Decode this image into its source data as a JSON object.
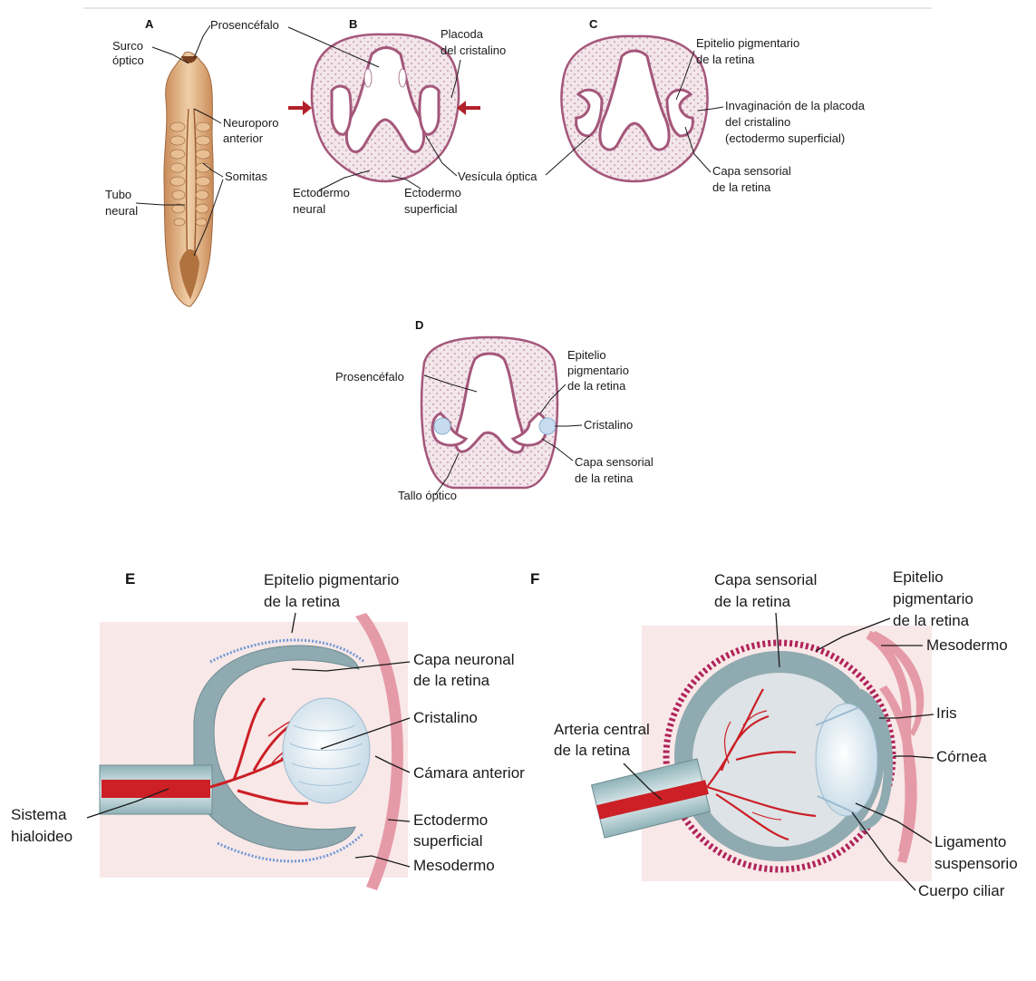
{
  "panels": {
    "a": "A",
    "b": "B",
    "c": "C",
    "d": "D",
    "e": "E",
    "f": "F"
  },
  "labels": {
    "a_surco_1": "Surco",
    "a_surco_2": "óptico",
    "a_prosencefalo": "Prosencéfalo",
    "a_neuroporo_1": "Neuroporo",
    "a_neuroporo_2": "anterior",
    "a_somitas": "Somitas",
    "a_tubo_1": "Tubo",
    "a_tubo_2": "neural",
    "b_placoda_1": "Placoda",
    "b_placoda_2": "del cristalino",
    "b_vesicula": "Vesícula óptica",
    "b_ectoneural_1": "Ectodermo",
    "b_ectoneural_2": "neural",
    "b_ectosup_1": "Ectodermo",
    "b_ectosup_2": "superficial",
    "c_epitelio_1": "Epitelio pigmentario",
    "c_epitelio_2": "de la retina",
    "c_invag_1": "Invaginación de la placoda",
    "c_invag_2": "del cristalino",
    "c_invag_3": "(ectodermo superficial)",
    "c_capa_1": "Capa sensorial",
    "c_capa_2": "de la retina",
    "d_prosencefalo": "Prosencéfalo",
    "d_epitelio_1": "Epitelio",
    "d_epitelio_2": "pigmentario",
    "d_epitelio_3": "de la retina",
    "d_cristalino": "Cristalino",
    "d_capa_1": "Capa sensorial",
    "d_capa_2": "de la retina",
    "d_tallo": "Tallo óptico",
    "e_epitelio_1": "Epitelio pigmentario",
    "e_epitelio_2": "de la retina",
    "e_capa_1": "Capa neuronal",
    "e_capa_2": "de la retina",
    "e_cristalino": "Cristalino",
    "e_camara": "Cámara anterior",
    "e_sistema_1": "Sistema",
    "e_sistema_2": "hialoideo",
    "e_ecto_1": "Ectodermo",
    "e_ecto_2": "superficial",
    "e_mesodermo": "Mesodermo",
    "f_capa_1": "Capa sensorial",
    "f_capa_2": "de la retina",
    "f_epitelio_1": "Epitelio",
    "f_epitelio_2": "pigmentario",
    "f_epitelio_3": "de la retina",
    "f_mesodermo": "Mesodermo",
    "f_iris": "Iris",
    "f_arteria_1": "Arteria central",
    "f_arteria_2": "de la retina",
    "f_cornea": "Córnea",
    "f_ligamento_1": "Ligamento",
    "f_ligamento_2": "suspensorio",
    "f_cuerpo": "Cuerpo ciliar"
  },
  "colors": {
    "embryo": "#d9a777",
    "embryo_dark": "#9a5a2e",
    "tissue": "#f3e7ea",
    "tissue_edge": "#b07a95",
    "neural": "#a4577a",
    "arrow": "#b2202a",
    "lens": "#c8dcef",
    "retina_grey": "#8faab0",
    "artery": "#cc1f26",
    "mesoderm": "#e59aa8",
    "bg_pink": "#f8e8e8"
  }
}
